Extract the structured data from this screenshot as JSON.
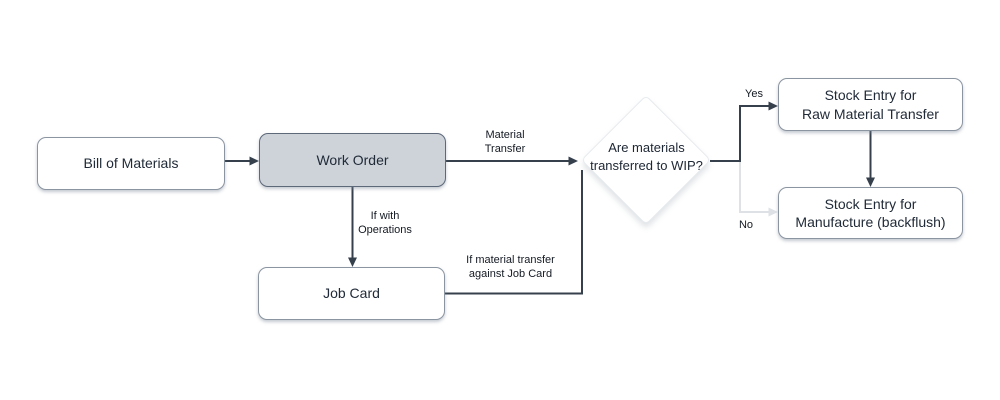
{
  "diagram": {
    "kind": "flowchart",
    "background": "#ffffff",
    "colors": {
      "node_fill": "#ffffff",
      "node_border": "#8b95a1",
      "highlight_node_fill": "#ced3da",
      "highlight_node_border": "#5d6879",
      "decision_border": "#e7eaee",
      "text": "#212b38",
      "connector_dark": "#36404d",
      "connector_light": "#dee2e6"
    },
    "nodes": {
      "bill_of_materials": {
        "label": "Bill of Materials"
      },
      "work_order": {
        "label": "Work Order"
      },
      "job_card": {
        "label": "Job Card"
      },
      "wip_decision": {
        "label": "Are materials\ntransferred to WIP?"
      },
      "stock_entry_raw_material": {
        "label": "Stock Entry for\nRaw Material Transfer"
      },
      "stock_entry_manufacture": {
        "label": "Stock Entry for\nManufacture (backflush)"
      }
    },
    "edge_labels": {
      "material_transfer": "Material\nTransfer",
      "if_with_operations": "If with\nOperations",
      "if_material_transfer_against_job_card": "If material transfer\nagainst Job Card",
      "yes": "Yes",
      "no": "No"
    }
  }
}
